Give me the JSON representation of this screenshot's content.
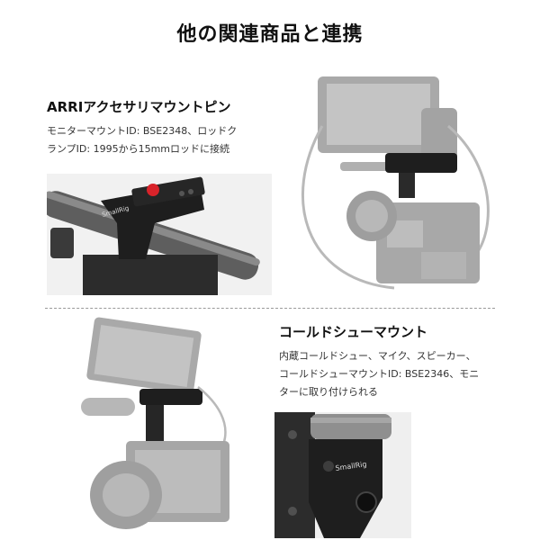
{
  "page": {
    "title": "他の関連商品と連携"
  },
  "sections": [
    {
      "title": "ARRIアクセサリマウントピン",
      "desc_lines": [
        "モニターマウントID: BSE2348、ロッドク",
        "ランプID: 1995から15mmロッドに接続"
      ]
    },
    {
      "title": "コールドシューマウント",
      "desc_lines": [
        "内蔵コールドシュー、マイク、スピーカー、",
        "コールドシューマウントID: BSE2346、モニ",
        "ターに取り付けられる"
      ]
    }
  ],
  "brand": {
    "logo_text": "SmallRig"
  },
  "colors": {
    "accent_red": "#d8232a",
    "metal_dark": "#1e1e1e",
    "faded_gray": "#b5b5b5"
  }
}
